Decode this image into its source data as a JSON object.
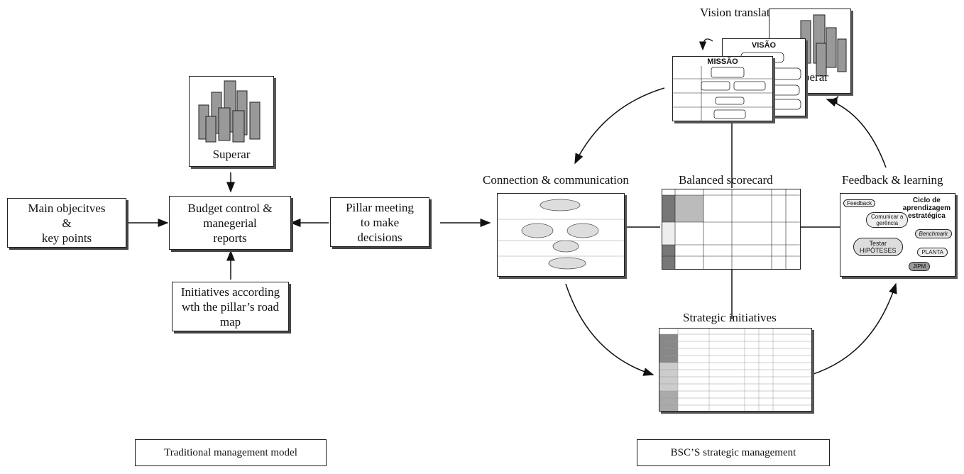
{
  "traditional": {
    "superar_label": "Superar",
    "main_objectives": "Main objecitves\n&\nkey points",
    "budget_control": "Budget control &\nmanegerial\nreports",
    "pillar_meeting": "Pillar meeting\nto make\ndecisions",
    "initiatives": "Initiatives according\nwth the pillar’s road\nmap",
    "caption": "Traditional management model"
  },
  "bsc": {
    "vision_translation": "Vision translation",
    "connection_communication": "Connection & communication",
    "balanced_scorecard": "Balanced scorecard",
    "feedback_learning": "Feedback & learning",
    "strategic_initiatives": "Strategic initiatives",
    "caption": "BSC’S strategic management",
    "superar_partial": "perar",
    "missao": "MISSÃO",
    "visao": "VISÃO",
    "learning_cycle": {
      "title": "Ciclo de\naprendizagem\nestratégica",
      "feedback": "Feedback",
      "comunicar": "Comunicar a\ngerência",
      "testar": "Testar\nHIPÓTESES",
      "benchmark": "Benchmark",
      "planta": "PLANTA",
      "jipm": "JIPM"
    }
  }
}
